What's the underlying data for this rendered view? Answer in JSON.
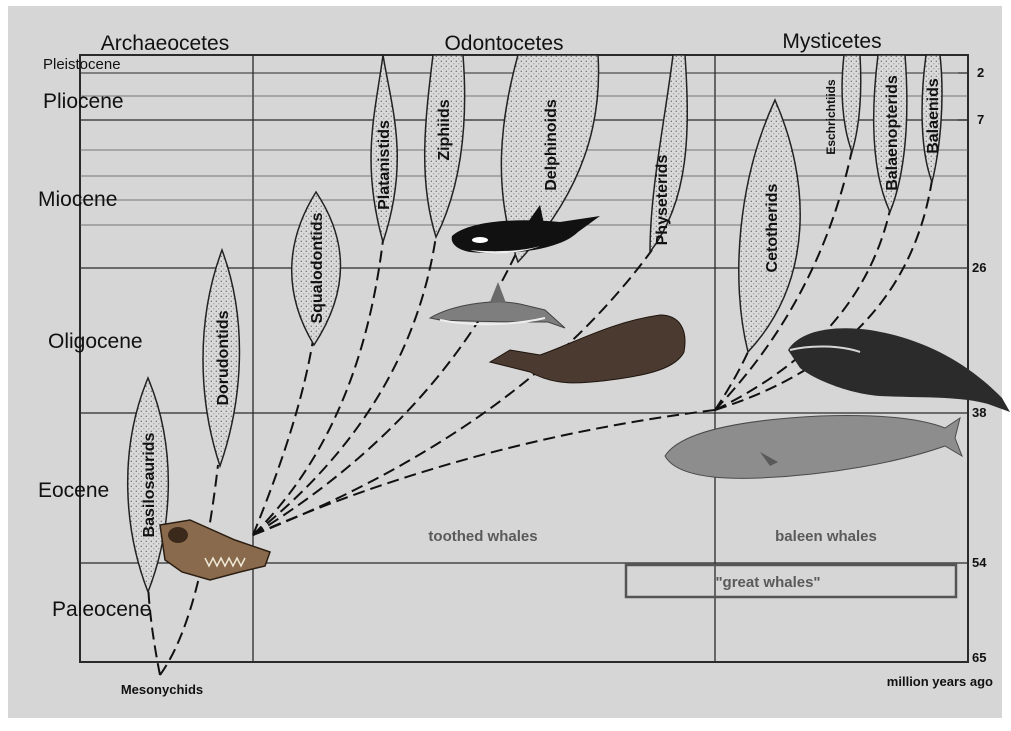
{
  "colors": {
    "background": "#d6d6d6",
    "frame": "#ffffff",
    "grid": "#2a2a2a",
    "spindle_fill": "#d9d9d9",
    "callout_border": "#555555"
  },
  "groups": {
    "archaeocetes": "Archaeocetes",
    "odontocetes": "Odontocetes",
    "mysticetes": "Mysticetes"
  },
  "epochs": {
    "pleistocene": "Pleistocene",
    "pliocene": "Pliocene",
    "miocene": "Miocene",
    "oligocene": "Oligocene",
    "eocene": "Eocene",
    "paleocene": "Paleocene"
  },
  "time_axis": {
    "ticks": [
      "2",
      "7",
      "26",
      "38",
      "54",
      "65"
    ],
    "unit": "million years ago"
  },
  "clades": {
    "basilosaurids": "Basilosaurids",
    "dorudontids": "Dorudontids",
    "squalodontids": "Squalodontids",
    "platanistids": "Platanistids",
    "ziphiids": "Ziphiids",
    "delphinoids": "Delphinoids",
    "physeterids": "Physeterids",
    "cetotherids": "Cetotherids",
    "eschrichtiids": "Eschrichtiids",
    "balaenopterids": "Balaenopterids",
    "balaenids": "Balaenids"
  },
  "ancestor": "Mesonychids",
  "notes": {
    "toothed": "toothed whales",
    "baleen": "baleen whales",
    "great": "\"great whales\""
  },
  "illustrations": [
    "skull-icon",
    "orca-icon",
    "dolphin-icon",
    "sperm-whale-icon",
    "right-whale-icon",
    "blue-whale-icon"
  ]
}
